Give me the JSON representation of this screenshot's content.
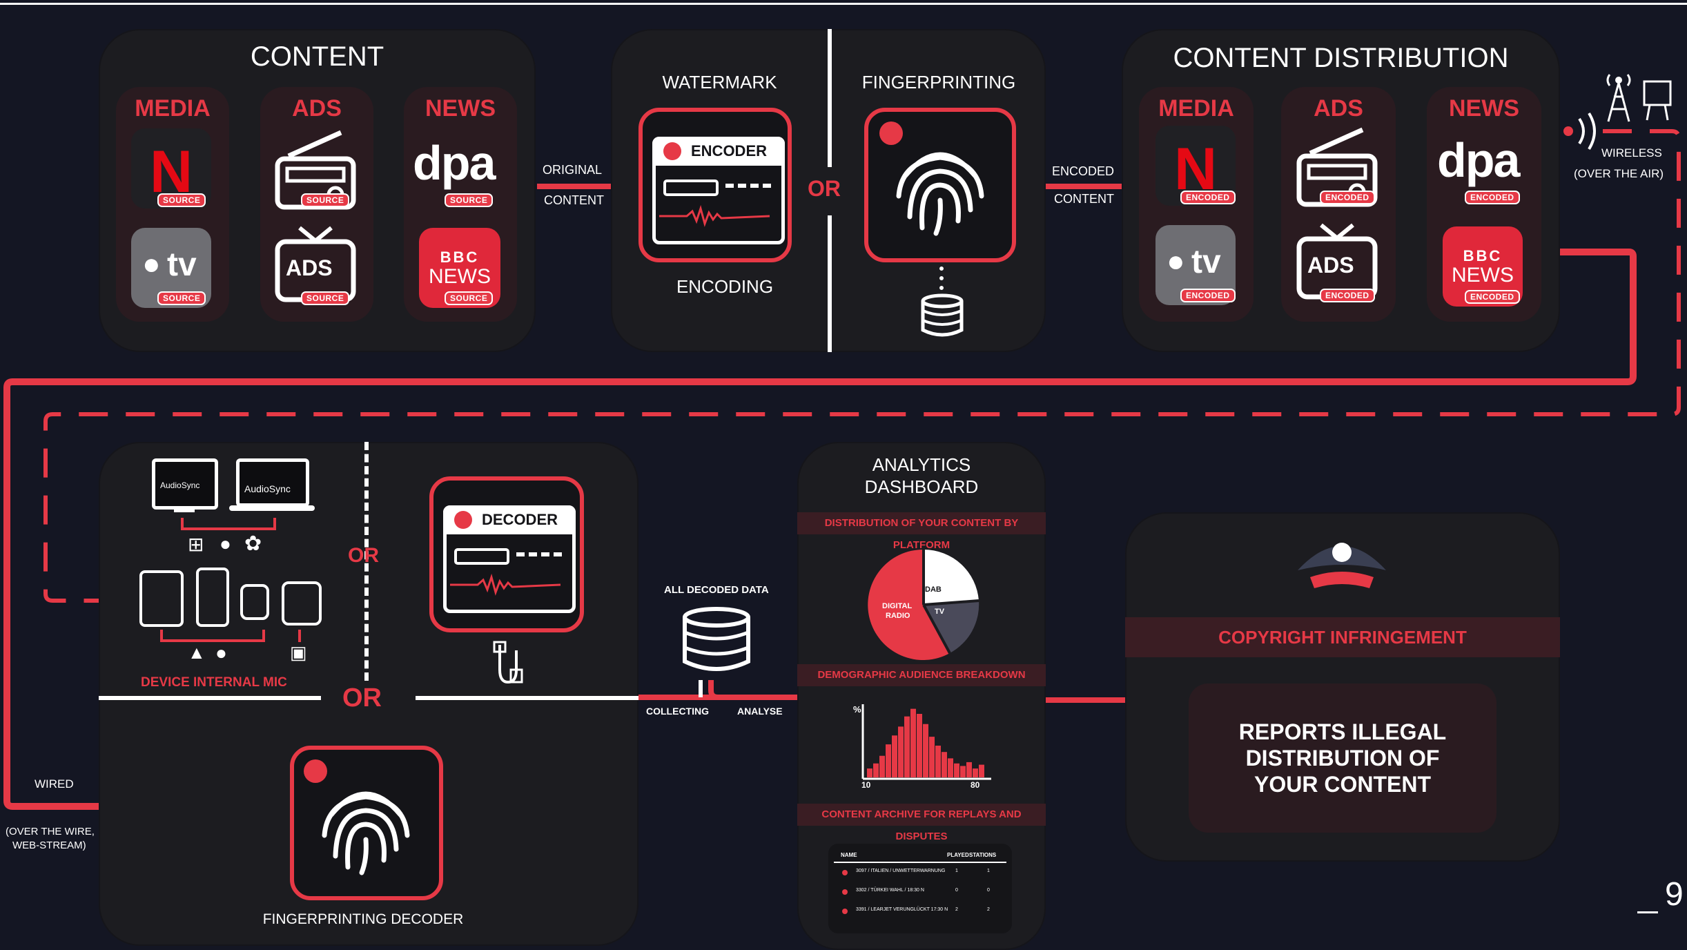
{
  "content": {
    "title": "CONTENT",
    "categories": [
      "MEDIA",
      "ADS",
      "NEWS"
    ],
    "source_badge": "SOURCE",
    "dpa_logo": "dpa",
    "bbc_logo": "BBC",
    "news_logo": "NEWS",
    "tv_logo": "tv",
    "ads_logo": "ADS"
  },
  "flow": {
    "original_1": "ORIGINAL",
    "original_2": "CONTENT",
    "encoded_1": "ENCODED",
    "encoded_2": "CONTENT",
    "wireless_1": "WIRELESS",
    "wireless_2": "(OVER THE AIR)",
    "wired_1": "WIRED",
    "wired_2": "(OVER THE WIRE,",
    "wired_3": "WEB-STREAM)",
    "all_decoded": "ALL DECODED DATA",
    "collecting": "COLLECTING",
    "analyse": "ANALYSE"
  },
  "watermark": {
    "title": "WATERMARK",
    "encoder_label": "ENCODER",
    "subtitle": "ENCODING",
    "or": "OR",
    "fingerprint_title": "FINGERPRINTING"
  },
  "distribution": {
    "title": "CONTENT DISTRIBUTION",
    "categories": [
      "MEDIA",
      "ADS",
      "NEWS"
    ],
    "encoded_badge": "ENCODED"
  },
  "decoding": {
    "app_label_1": "AudioSync",
    "app_label_2": "AudioSync",
    "or_1": "OR",
    "or_2": "OR",
    "device_mic": "DEVICE INTERNAL MIC",
    "decoder_label": "DECODER",
    "fingerprint_decoder": "FINGERPRINTING DECODER"
  },
  "analytics": {
    "title_1": "ANALYTICS",
    "title_2": "DASHBOARD",
    "section_1": "DISTRIBUTION OF YOUR CONTENT BY PLATFORM",
    "section_2": "DEMOGRAPHIC AUDIENCE BREAKDOWN",
    "section_3": "CONTENT ARCHIVE FOR REPLAYS AND DISPUTES",
    "pie_labels": [
      "DAB",
      "DIGITAL",
      "RADIO",
      "TV"
    ],
    "hist_ylabel": "%",
    "hist_x_min": "10",
    "hist_x_max": "80",
    "table_headers": [
      "NAME",
      "PLAYED",
      "STATIONS"
    ],
    "table_rows": [
      {
        "name": "3097 / ITALIEN / UNWETTERWARNUNG",
        "played": "1",
        "stations": "1"
      },
      {
        "name": "3302 / TÜRKEI WAHL / 18:30 N",
        "played": "0",
        "stations": "0"
      },
      {
        "name": "3391 / LEARJET VERUNGLÜCKT 17:30 N",
        "played": "2",
        "stations": "2"
      }
    ]
  },
  "infringement": {
    "title": "COPYRIGHT INFRINGEMENT",
    "body_1": "REPORTS ILLEGAL",
    "body_2": "DISTRIBUTION OF",
    "body_3": "YOUR CONTENT"
  },
  "page_number": "9",
  "colors": {
    "accent": "#e63946",
    "background": "#141623",
    "panel": "#1c1c20",
    "card": "#2a1b20"
  }
}
